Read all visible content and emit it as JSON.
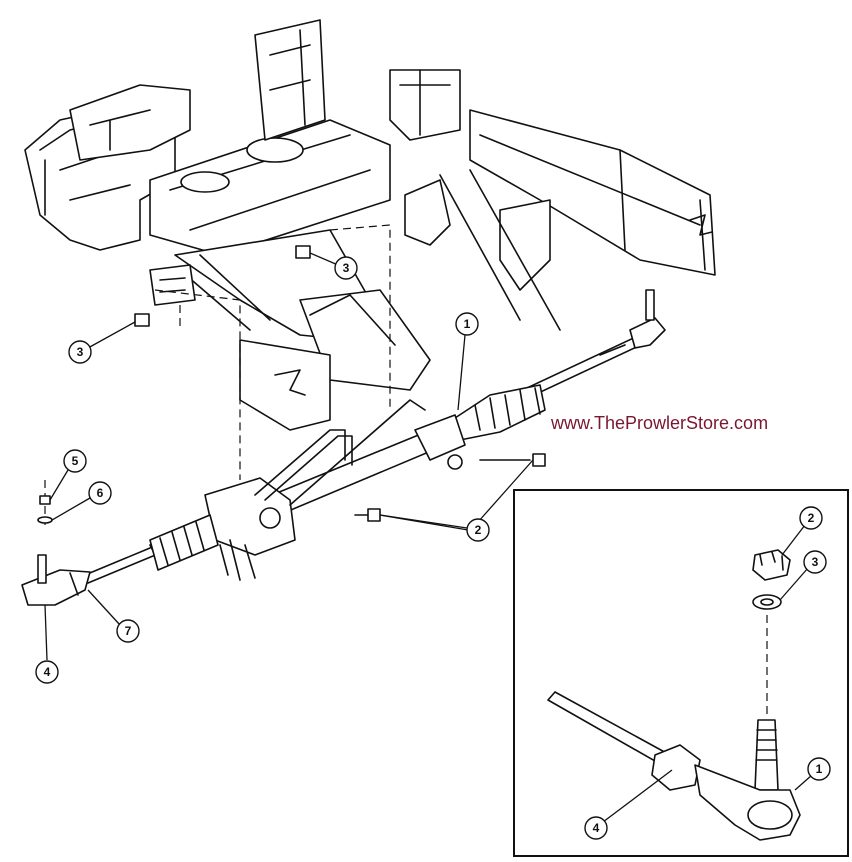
{
  "website_text": "www.TheProwlerStore.com",
  "callouts_main": [
    "3",
    "3",
    "1",
    "2",
    "2",
    "5",
    "6",
    "7",
    "4"
  ],
  "callouts_inset": [
    "2",
    "3",
    "1",
    "4"
  ]
}
